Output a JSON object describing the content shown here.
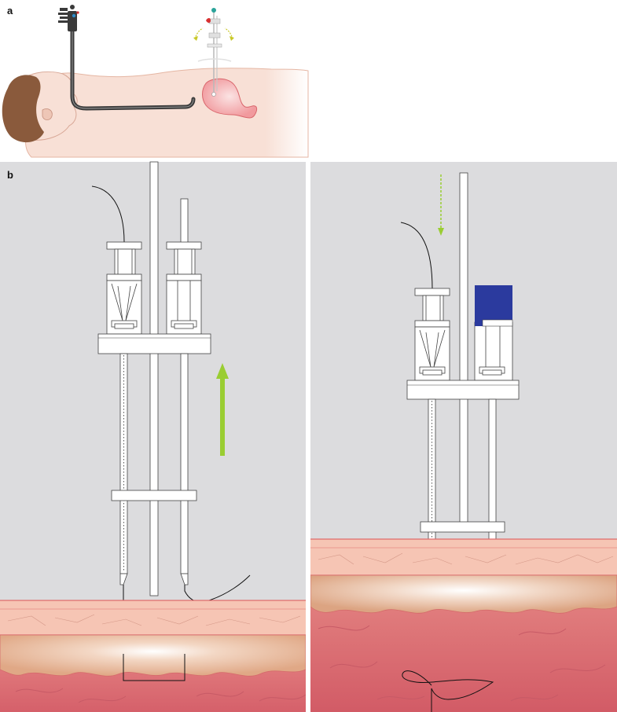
{
  "panels": [
    {
      "id": "a",
      "label": "a"
    },
    {
      "id": "b",
      "label": "b"
    }
  ],
  "colors": {
    "panel_background": "#dcdcde",
    "skin": "#f8e0d6",
    "hair": "#8a5a3c",
    "abdominal_wall": "#f6c5b4",
    "subcutaneous_fat": "#e8b896",
    "stomach_mucosa": "#d9666c",
    "stomach_fold": "#c85560",
    "device_frame": "#ffffff",
    "arrow_green": "#9acd32",
    "lock_blue": "#2b3a9e",
    "endoscope": "#3a3a3a"
  },
  "icons": [
    "patient-silhouette",
    "endoscope",
    "stomach",
    "gastropexy-device",
    "suture-thread",
    "needle",
    "direction-arrow"
  ]
}
